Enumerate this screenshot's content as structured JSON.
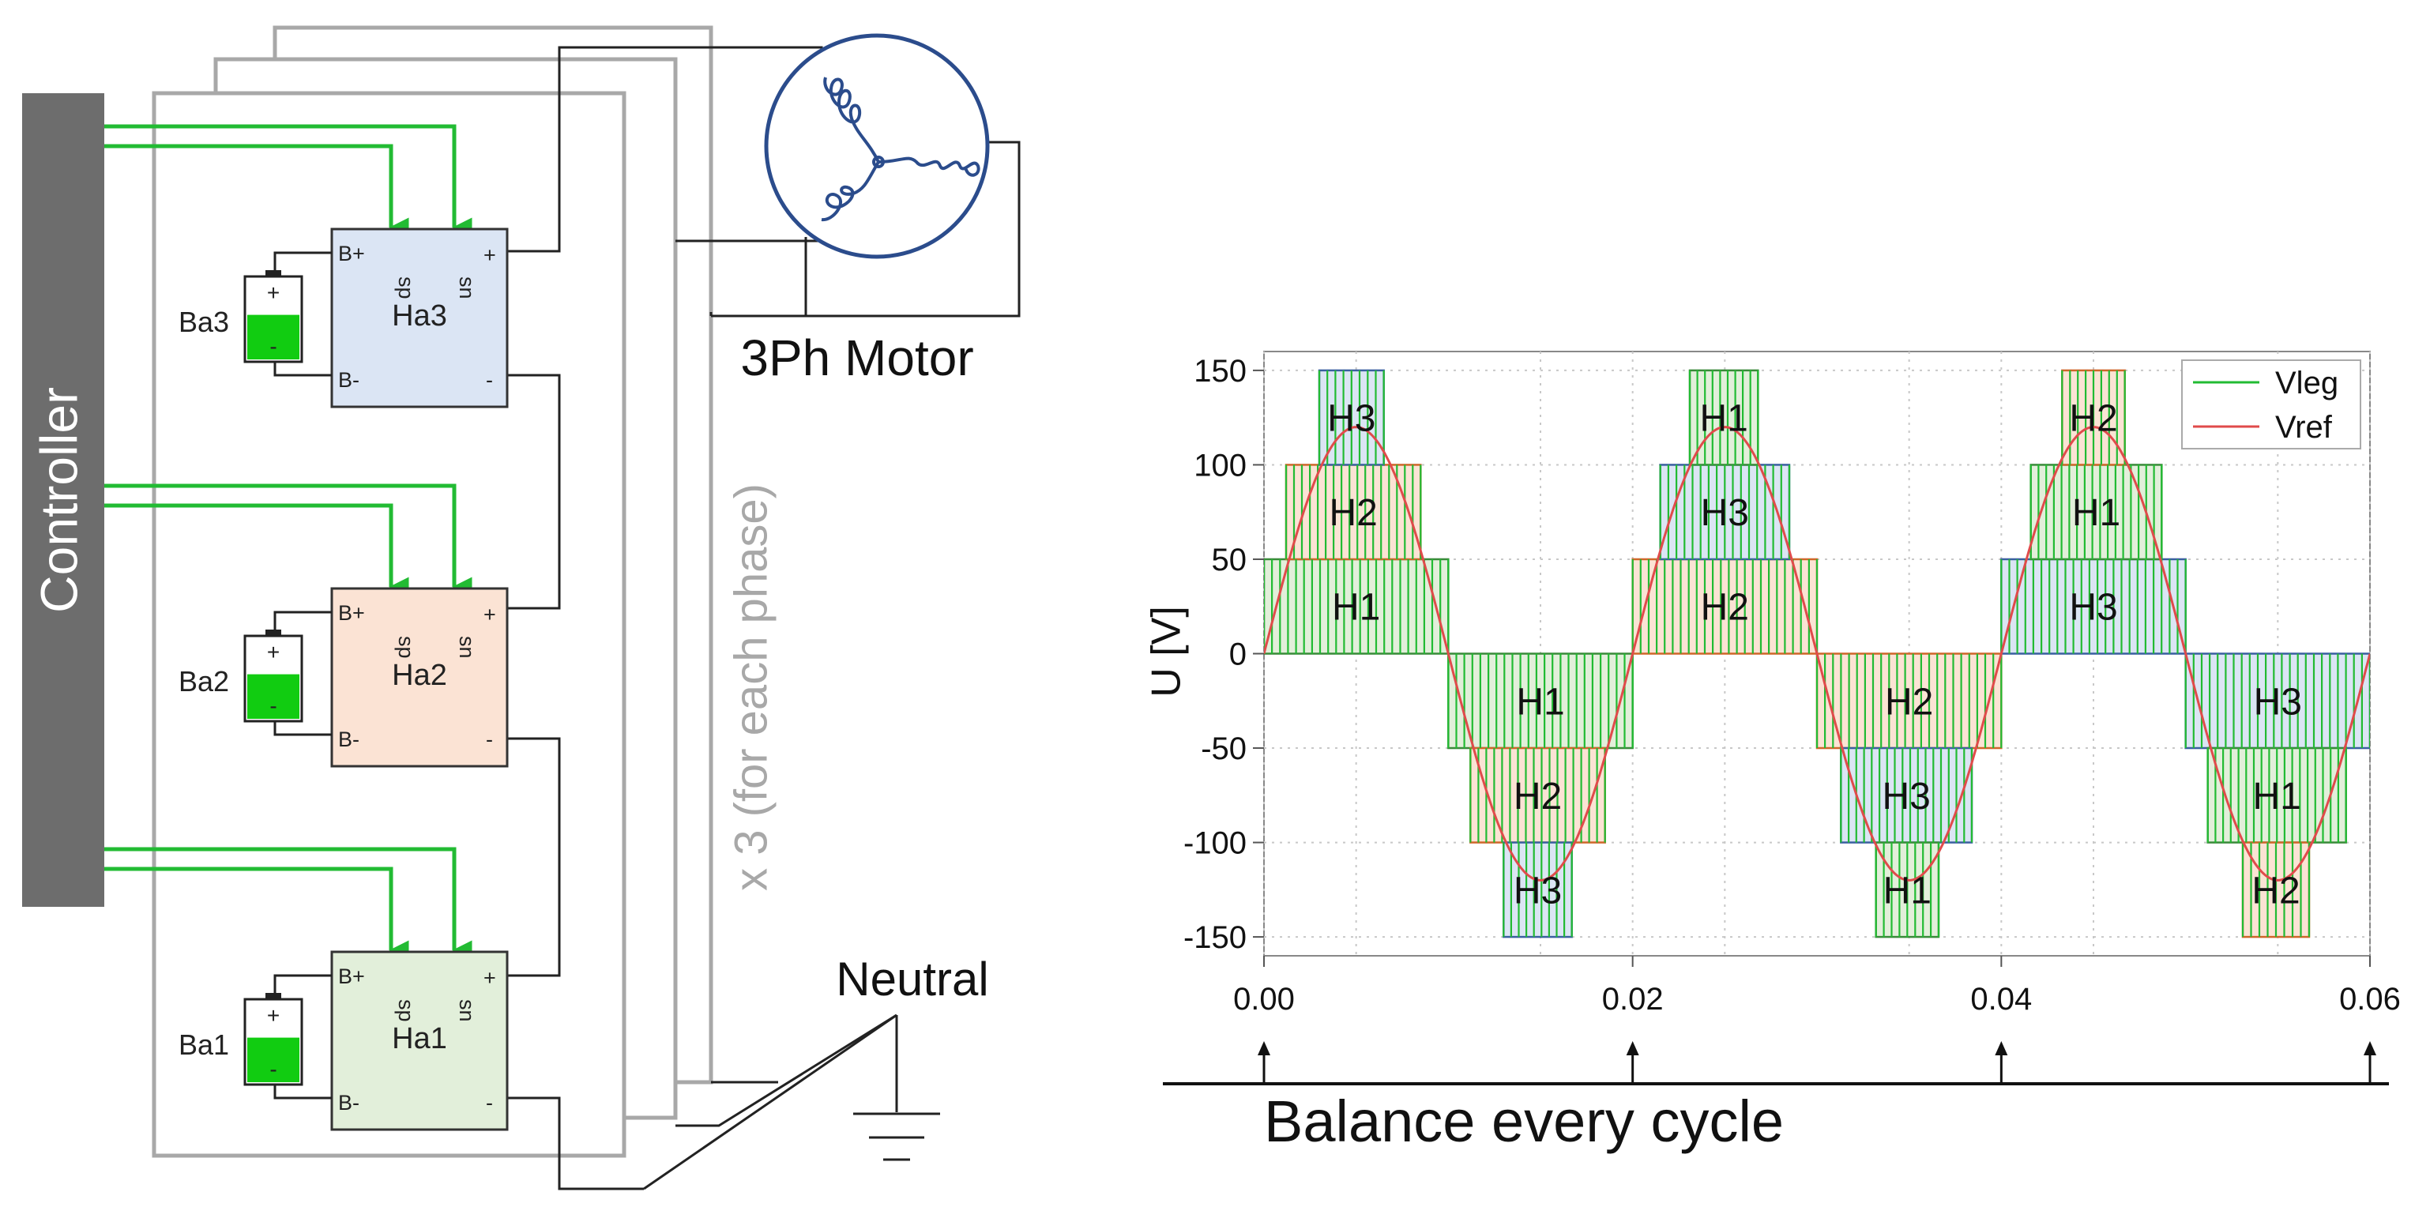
{
  "circuit": {
    "controller_label": "Controller",
    "motor_label": "3Ph Motor",
    "neutral_label": "Neutral",
    "phase_multiplier_label": "x 3 (for each phase)",
    "pins": {
      "b_plus": "B+",
      "b_minus": "B-",
      "sp": "sp",
      "sn": "sn",
      "plus": "+",
      "minus": "-",
      "batt_plus": "+",
      "batt_minus": "-"
    },
    "modules": [
      {
        "name": "Ha3",
        "battery": "Ba3",
        "fill": "#dbe5f4",
        "battery_level": 0.55
      },
      {
        "name": "Ha2",
        "battery": "Ba2",
        "fill": "#fbe3d4",
        "battery_level": 0.55
      },
      {
        "name": "Ha1",
        "battery": "Ba1",
        "fill": "#e2efda",
        "battery_level": 0.55
      }
    ],
    "colors": {
      "signal": "#22bb33",
      "controller": "#6d6d6d",
      "frame": "#a8a8a8",
      "motor": "#2b4c8c"
    }
  },
  "chart_data": {
    "type": "line",
    "ylabel": "U [V]",
    "xlabel": "",
    "xlim": [
      0,
      0.06
    ],
    "ylim": [
      -160,
      160
    ],
    "x_ticks": [
      "0.00",
      "0.02",
      "0.04",
      "0.06"
    ],
    "y_ticks": [
      "150",
      "100",
      "50",
      "0",
      "-50",
      "-100",
      "-150"
    ],
    "grid": true,
    "legend_position": "top-right",
    "series": [
      {
        "name": "Vleg",
        "color": "#22bb33",
        "shape": "multilevel-pwm"
      },
      {
        "name": "Vref",
        "color": "#e04b4b",
        "shape": "sine",
        "amplitude": 120,
        "frequency": 50
      }
    ],
    "bands": [
      {
        "label": "H1",
        "x": [
          0.0,
          0.01
        ],
        "y": [
          0,
          50
        ],
        "color": "#e2efda"
      },
      {
        "label": "H2",
        "x": [
          0.0012,
          0.0085
        ],
        "y": [
          50,
          100
        ],
        "color": "#fbe3d4"
      },
      {
        "label": "H3",
        "x": [
          0.003,
          0.0065
        ],
        "y": [
          100,
          150
        ],
        "color": "#dbe5f4"
      },
      {
        "label": "H1",
        "x": [
          0.01,
          0.02
        ],
        "y": [
          -50,
          0
        ],
        "color": "#e2efda"
      },
      {
        "label": "H2",
        "x": [
          0.0112,
          0.0185
        ],
        "y": [
          -100,
          -50
        ],
        "color": "#fbe3d4"
      },
      {
        "label": "H3",
        "x": [
          0.013,
          0.0167
        ],
        "y": [
          -150,
          -100
        ],
        "color": "#dbe5f4"
      },
      {
        "label": "H2",
        "x": [
          0.02,
          0.03
        ],
        "y": [
          0,
          50
        ],
        "color": "#fbe3d4"
      },
      {
        "label": "H3",
        "x": [
          0.0215,
          0.0285
        ],
        "y": [
          50,
          100
        ],
        "color": "#dbe5f4"
      },
      {
        "label": "H1",
        "x": [
          0.0231,
          0.0268
        ],
        "y": [
          100,
          150
        ],
        "color": "#e2efda"
      },
      {
        "label": "H2",
        "x": [
          0.03,
          0.04
        ],
        "y": [
          -50,
          0
        ],
        "color": "#fbe3d4"
      },
      {
        "label": "H3",
        "x": [
          0.0313,
          0.0384
        ],
        "y": [
          -100,
          -50
        ],
        "color": "#dbe5f4"
      },
      {
        "label": "H1",
        "x": [
          0.0332,
          0.0366
        ],
        "y": [
          -150,
          -100
        ],
        "color": "#e2efda"
      },
      {
        "label": "H3",
        "x": [
          0.04,
          0.05
        ],
        "y": [
          0,
          50
        ],
        "color": "#dbe5f4"
      },
      {
        "label": "H1",
        "x": [
          0.0416,
          0.0487
        ],
        "y": [
          50,
          100
        ],
        "color": "#e2efda"
      },
      {
        "label": "H2",
        "x": [
          0.0433,
          0.0467
        ],
        "y": [
          100,
          150
        ],
        "color": "#fbe3d4"
      },
      {
        "label": "H3",
        "x": [
          0.05,
          0.06
        ],
        "y": [
          -50,
          0
        ],
        "color": "#dbe5f4"
      },
      {
        "label": "H1",
        "x": [
          0.0512,
          0.0587
        ],
        "y": [
          -100,
          -50
        ],
        "color": "#e2efda"
      },
      {
        "label": "H2",
        "x": [
          0.0531,
          0.0567
        ],
        "y": [
          -150,
          -100
        ],
        "color": "#fbe3d4"
      }
    ],
    "balance_marks_x": [
      0.0,
      0.02,
      0.04,
      0.06
    ],
    "balance_label": "Balance every cycle"
  }
}
